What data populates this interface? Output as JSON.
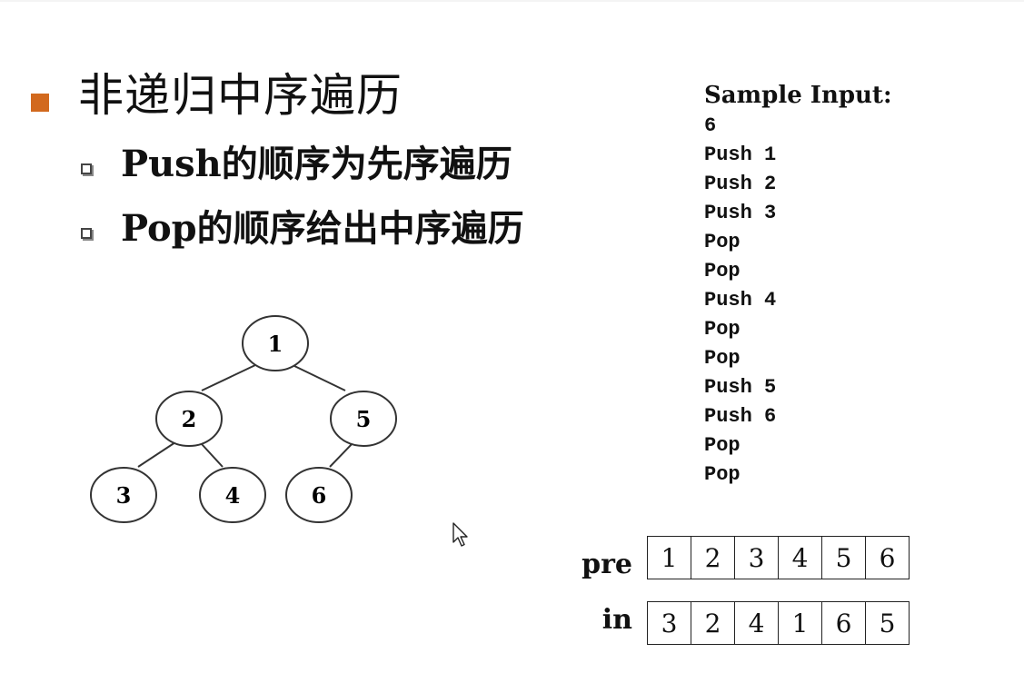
{
  "heading": {
    "title": "非递归中序遍历",
    "items": [
      "Push的顺序为先序遍历",
      "Pop的顺序给出中序遍历"
    ]
  },
  "sample": {
    "title": "Sample Input:",
    "lines": [
      "6",
      "Push 1",
      "Push 2",
      "Push 3",
      "Pop",
      "Pop",
      "Push 4",
      "Pop",
      "Pop",
      "Push 5",
      "Push 6",
      "Pop",
      "Pop"
    ]
  },
  "tree": {
    "nodes": [
      "1",
      "2",
      "5",
      "3",
      "4",
      "6"
    ],
    "edges": [
      [
        "1",
        "2"
      ],
      [
        "1",
        "5"
      ],
      [
        "2",
        "3"
      ],
      [
        "2",
        "4"
      ],
      [
        "5",
        "6"
      ]
    ]
  },
  "arrays": {
    "pre": {
      "label": "pre",
      "values": [
        "1",
        "2",
        "3",
        "4",
        "5",
        "6"
      ]
    },
    "in": {
      "label": "in",
      "values": [
        "3",
        "2",
        "4",
        "1",
        "6",
        "5"
      ]
    }
  },
  "colors": {
    "bullet": "#d2691e",
    "ink": "#111111"
  },
  "icons": {
    "main_bullet": "square-bullet-icon",
    "sub_bullet": "hollow-square-bullet-icon",
    "cursor": "mouse-pointer-icon"
  }
}
